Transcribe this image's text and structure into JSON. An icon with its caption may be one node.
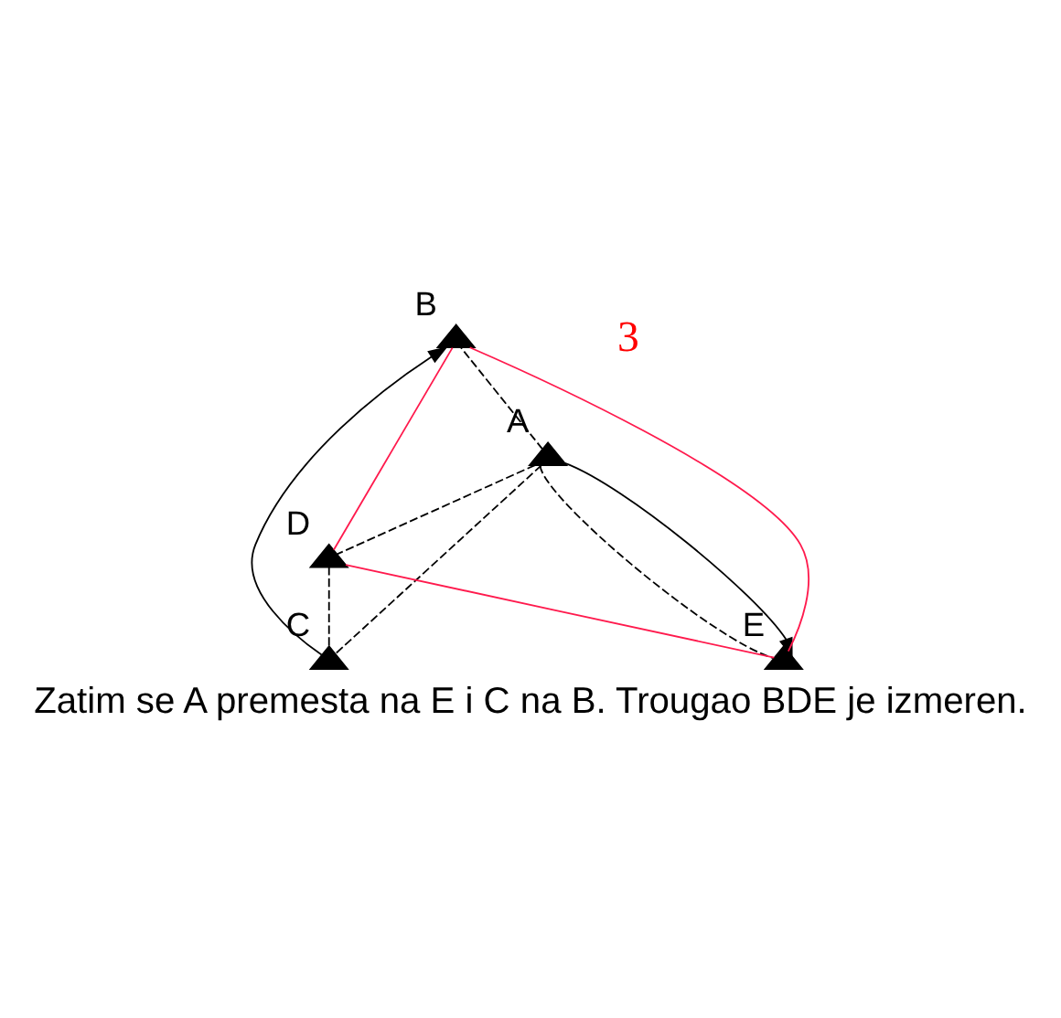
{
  "diagram": {
    "caption": "Zatim se A premesta na E i C na B. Trougao BDE je izmeren.",
    "nodes": [
      {
        "text": [
          "A"
        ]
      },
      {
        "text": [
          "B"
        ]
      },
      {
        "text": [
          "C"
        ]
      },
      {
        "text": [
          "D"
        ]
      },
      {
        "text": [
          "E"
        ]
      }
    ],
    "edges": [
      {
        "from": 0,
        "to": 1,
        "arrow": "none",
        "style": "dashed"
      },
      {
        "from": 0,
        "to": 3,
        "arrow": "none",
        "style": "dashed"
      },
      {
        "from": 0,
        "to": 2,
        "arrow": "none",
        "style": "dashed"
      },
      {
        "from": 0,
        "to": 4,
        "arrow": "none",
        "style": "dashed"
      },
      {
        "from": 3,
        "to": 2,
        "arrow": "none",
        "style": "dashed"
      },
      {
        "from": 1,
        "to": 4,
        "arrow": "none",
        "color": "#ff1a4d"
      },
      {
        "from": 1,
        "to": 3,
        "arrow": "none",
        "color": "#ff1a4d"
      },
      {
        "from": 3,
        "to": 4,
        "arrow": "none",
        "color": "#ff1a4d"
      },
      {
        "from": 0,
        "to": 4,
        "arrow": "to"
      },
      {
        "from": 2,
        "to": 1,
        "arrow": "to"
      }
    ],
    "labels": [
      "3"
    ]
  }
}
